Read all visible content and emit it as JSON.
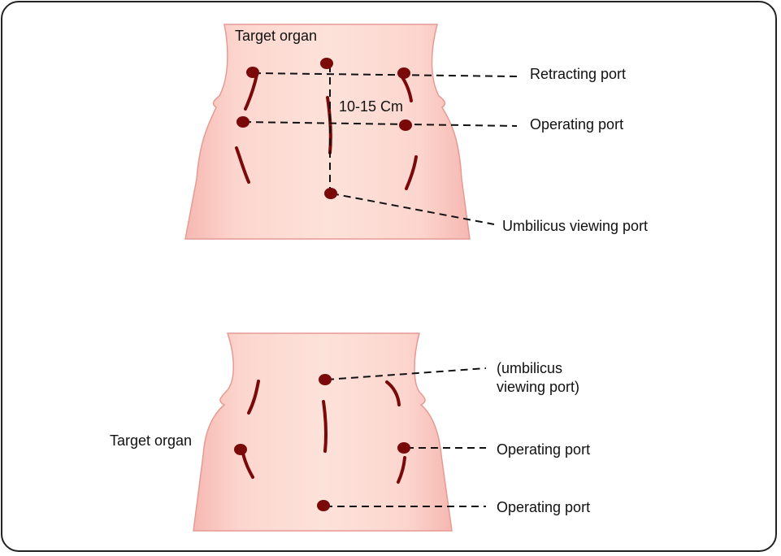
{
  "colors": {
    "skin": "#fcd9d0",
    "skin_edge": "#e69a94",
    "port": "#7a0a0a",
    "leader": "#111111",
    "frame": "#222222"
  },
  "top_diagram": {
    "target_label": "Target organ",
    "distance_label": "10-15 Cm",
    "callouts": [
      {
        "label": "Retracting port"
      },
      {
        "label": "Operating port"
      },
      {
        "label": "Umbilicus viewing port"
      }
    ]
  },
  "bottom_diagram": {
    "target_label": "Target organ",
    "callouts": [
      {
        "label_line1": "(umbilicus",
        "label_line2": "viewing port)"
      },
      {
        "label": "Operating port"
      },
      {
        "label": "Operating port"
      }
    ]
  }
}
